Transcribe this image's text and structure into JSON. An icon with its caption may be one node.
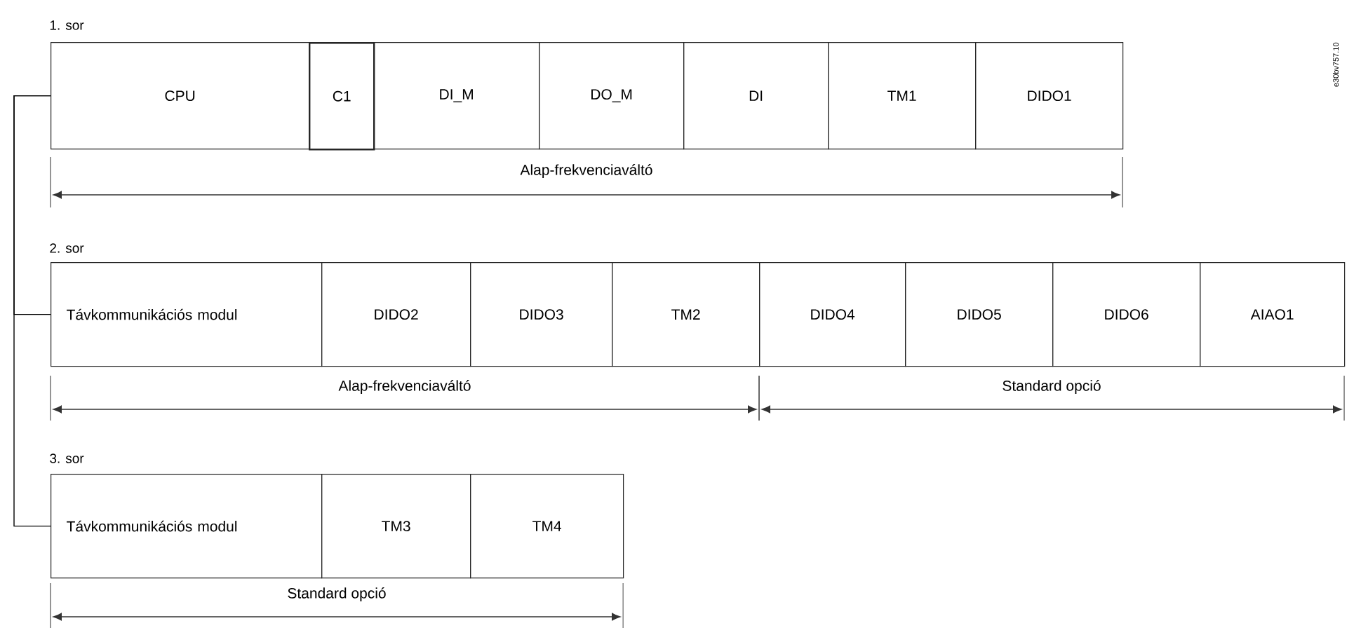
{
  "diagram": {
    "nodes": [
      {
        "text": [
          "CPU"
        ]
      },
      {
        "text": [
          "C1"
        ]
      },
      {
        "text": [
          "DI_M"
        ]
      },
      {
        "text": [
          "DO_M"
        ]
      },
      {
        "text": [
          "DI"
        ]
      },
      {
        "text": [
          "TM1"
        ]
      },
      {
        "text": [
          "DIDO1"
        ]
      },
      {
        "text": [
          "Távkommunikációs modul"
        ]
      },
      {
        "text": [
          "DIDO2"
        ]
      },
      {
        "text": [
          "DIDO3"
        ]
      },
      {
        "text": [
          "TM2"
        ]
      },
      {
        "text": [
          "DIDO4"
        ]
      },
      {
        "text": [
          "DIDO5"
        ]
      },
      {
        "text": [
          "DIDO6"
        ]
      },
      {
        "text": [
          "AIAO1"
        ]
      },
      {
        "text": [
          "Távkommunikációs modul"
        ]
      },
      {
        "text": [
          "TM3"
        ]
      },
      {
        "text": [
          "TM4"
        ]
      }
    ],
    "edges": [
      {
        "from": 0,
        "to": 7,
        "arrow": "none"
      },
      {
        "from": 0,
        "to": 15,
        "arrow": "none"
      }
    ],
    "labels": [
      "1. sor",
      "Alap-frekvenciaváltó",
      "2. sor",
      "Alap-frekvenciaváltó",
      "Standard opció",
      "3. sor",
      "Standard opció",
      "e30bv757.10"
    ]
  }
}
